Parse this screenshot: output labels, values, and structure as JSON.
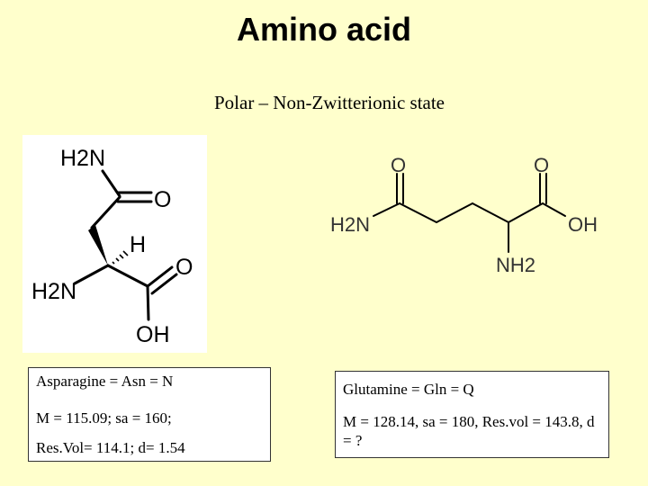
{
  "title": "Amino acid",
  "subtitle": "Polar – Non-Zwitterionic state",
  "asparagine": {
    "atoms": {
      "amide_n": "H2N",
      "amide_o": "O",
      "alpha_h": "H",
      "alpha_n": "H2N",
      "carboxyl_o": "O",
      "hydroxyl": "OH"
    },
    "line1": "Asparagine = Asn = N",
    "line2": "M = 115.09; sa = 160;",
    "line3": "Res.Vol= 114.1; d= 1.54"
  },
  "glutamine": {
    "atoms": {
      "amide_o": "O",
      "carboxyl_o": "O",
      "amide_n": "H2N",
      "hydroxyl": "OH",
      "alpha_n": "NH2"
    },
    "line1": "Glutamine = Gln = Q",
    "line2": "M = 128.14, sa = 180, Res.vol = 143.8, d = ?"
  }
}
